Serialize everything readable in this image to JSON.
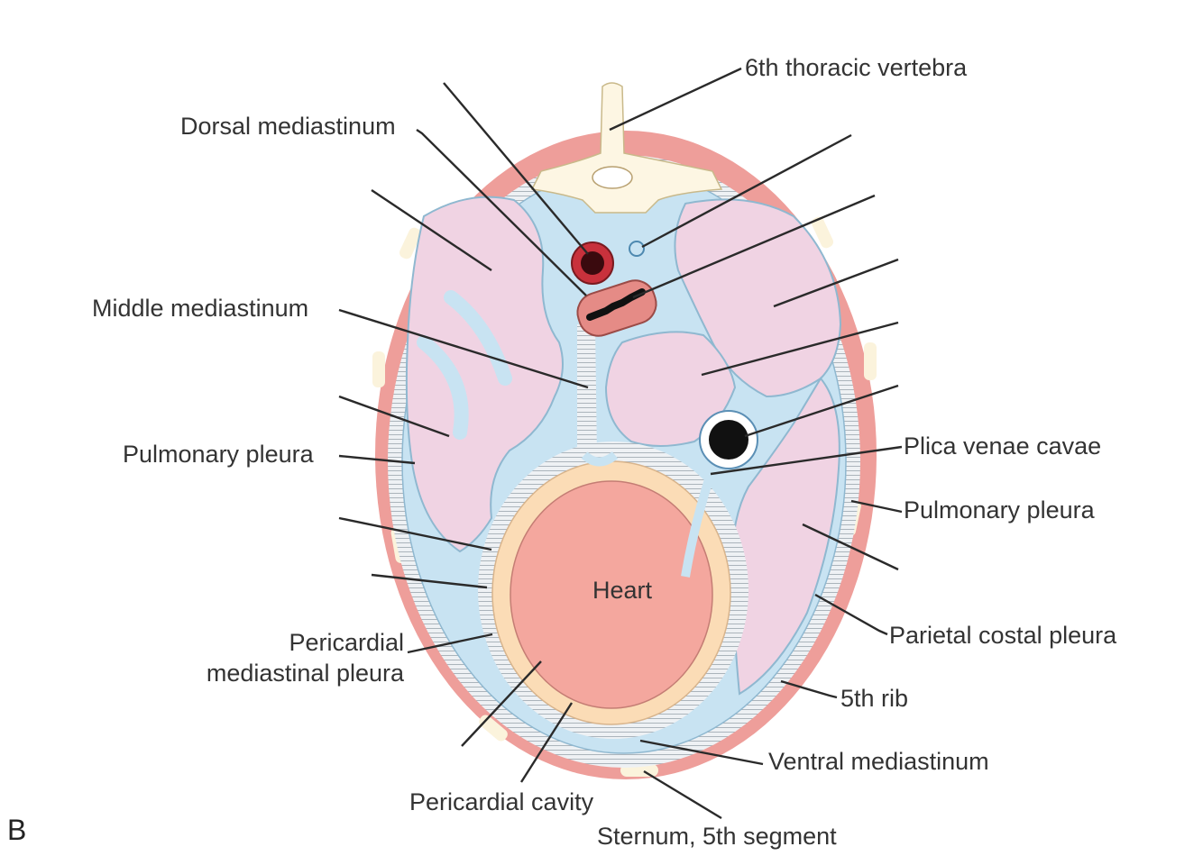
{
  "panel_letter": "B",
  "labels": {
    "thoracic_vertebra": "6th thoracic vertebra",
    "dorsal_mediastinum": "Dorsal mediastinum",
    "middle_mediastinum": "Middle mediastinum",
    "pulmonary_pleura_left": "Pulmonary pleura",
    "pericardial_mediastinal_pleura_1": "Pericardial",
    "pericardial_mediastinal_pleura_2": "mediastinal pleura",
    "pericardial_cavity": "Pericardial cavity",
    "sternum": "Sternum, 5th segment",
    "ventral_mediastinum": "Ventral mediastinum",
    "rib": "5th rib",
    "parietal_costal_pleura": "Parietal costal pleura",
    "pulmonary_pleura_right": "Pulmonary pleura",
    "plica_venae_cavae": "Plica venae cavae",
    "heart": "Heart"
  },
  "colors": {
    "body_wall": "#ee9e9a",
    "vertebra": "#fdf6e3",
    "pleural_space": "#c8e3f2",
    "lung": "#f0d3e3",
    "heart": "#f4a79e",
    "pericardium": "#fbdcb6",
    "aorta": "#c8313c",
    "vena_cava": "#111111",
    "esophagus": "#e58b86"
  }
}
